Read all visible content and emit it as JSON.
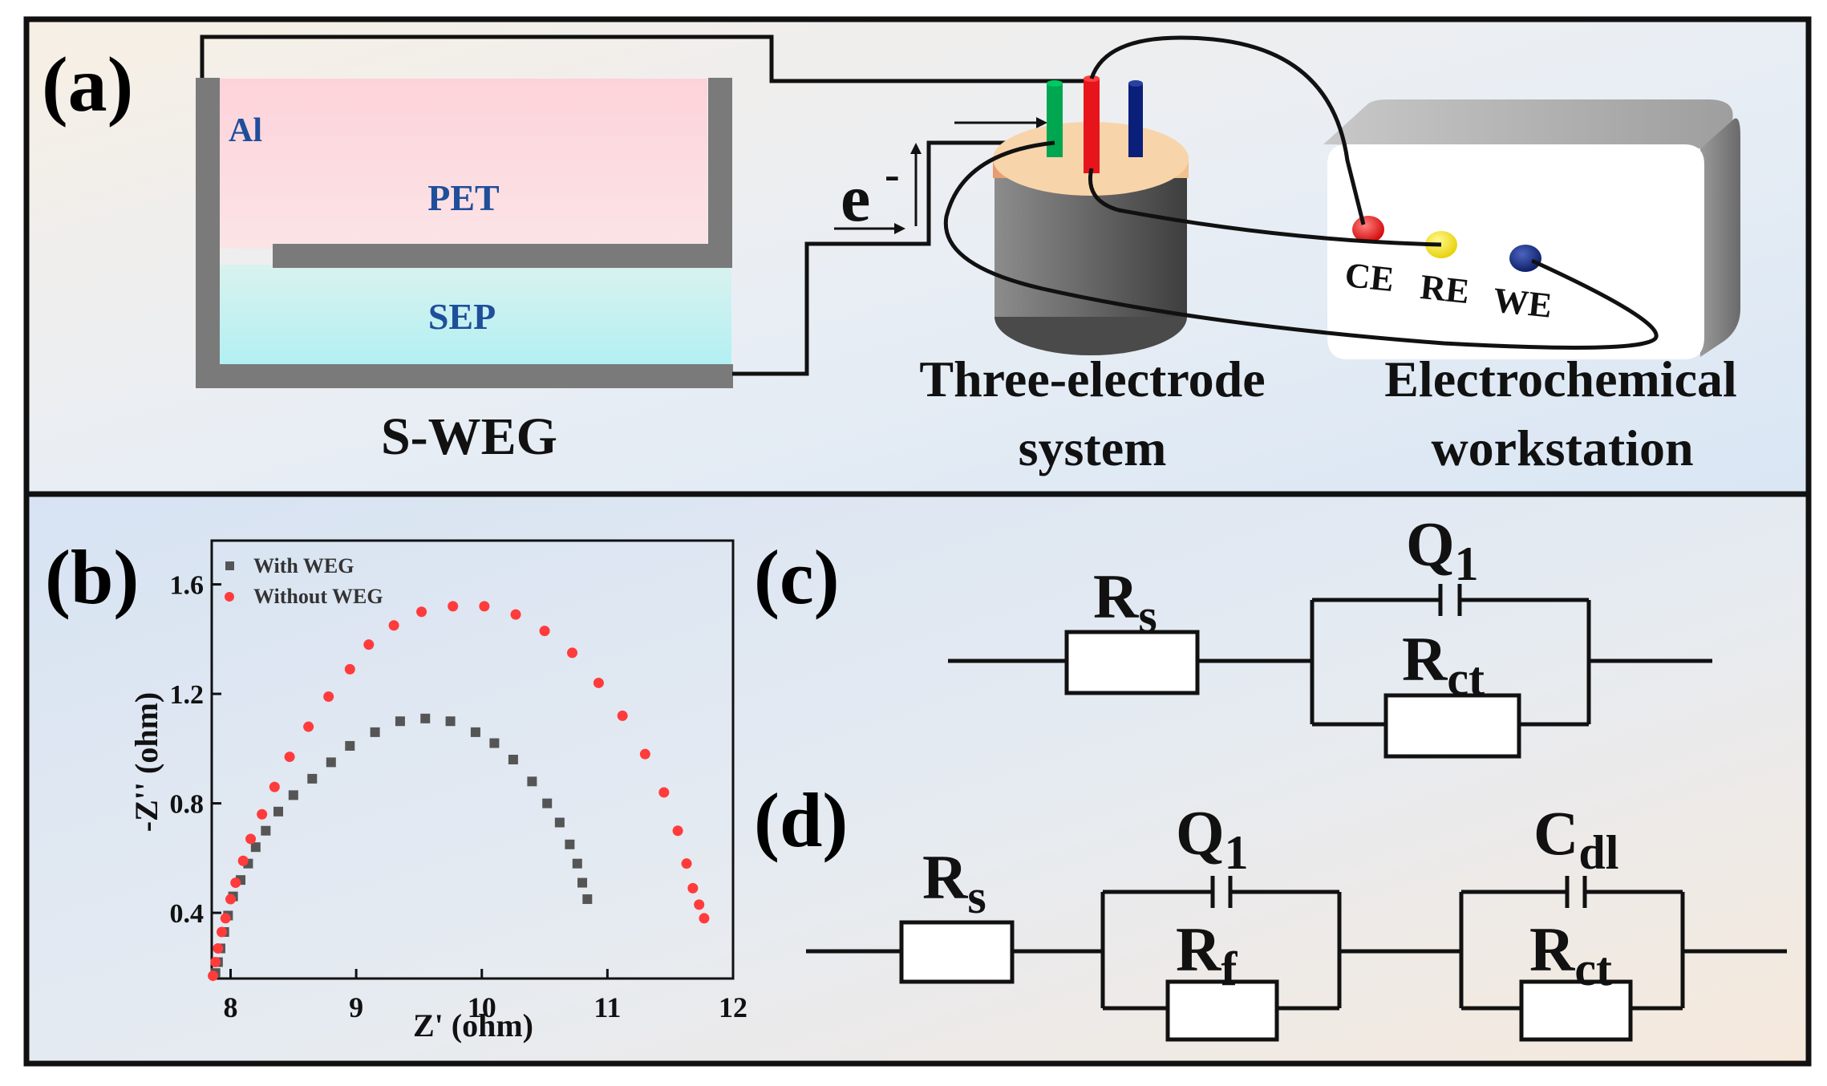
{
  "panels": {
    "a": "(a)",
    "b": "(b)",
    "c": "(c)",
    "d": "(d)"
  },
  "panel_a": {
    "al_label": "Al",
    "pet_label": "PET",
    "sep_label": "SEP",
    "device_label": "S-WEG",
    "electron_symbol": "e",
    "electron_charge": "-",
    "three_electrode_line1": "Three-electrode",
    "three_electrode_line2": "system",
    "workstation_line1": "Electrochemical",
    "workstation_line2": "workstation",
    "terminals": [
      "CE",
      "RE",
      "WE"
    ],
    "colors": {
      "pet": "#fdd7dd",
      "sep": "#b9f2f2",
      "al": "#7f7f7f",
      "label_blue": "#1f4e9b",
      "ce": "#ff0000",
      "re": "#ffee00",
      "we": "#0a1f7a",
      "rod_green": "#00a650",
      "rod_red": "#e8141c",
      "rod_blue": "#0a1f7a",
      "cap": "#f6c79b"
    }
  },
  "chart_data": {
    "type": "scatter",
    "xlabel": "Z' (ohm)",
    "ylabel": "-Z'' (ohm)",
    "xlim": [
      7.85,
      12
    ],
    "ylim": [
      0.16,
      1.76
    ],
    "xticks": [
      8,
      9,
      10,
      11,
      12
    ],
    "yticks": [
      0.4,
      0.8,
      1.2,
      1.6
    ],
    "legend_position": "top-left",
    "series": [
      {
        "name": "With WEG",
        "marker": "square",
        "color": "#555555",
        "points": [
          [
            7.88,
            0.18
          ],
          [
            7.9,
            0.22
          ],
          [
            7.92,
            0.27
          ],
          [
            7.95,
            0.33
          ],
          [
            7.98,
            0.39
          ],
          [
            8.02,
            0.46
          ],
          [
            8.08,
            0.52
          ],
          [
            8.14,
            0.58
          ],
          [
            8.2,
            0.64
          ],
          [
            8.28,
            0.7
          ],
          [
            8.38,
            0.77
          ],
          [
            8.5,
            0.83
          ],
          [
            8.65,
            0.89
          ],
          [
            8.8,
            0.95
          ],
          [
            8.95,
            1.01
          ],
          [
            9.15,
            1.06
          ],
          [
            9.35,
            1.1
          ],
          [
            9.55,
            1.11
          ],
          [
            9.75,
            1.1
          ],
          [
            9.95,
            1.06
          ],
          [
            10.1,
            1.02
          ],
          [
            10.25,
            0.96
          ],
          [
            10.4,
            0.88
          ],
          [
            10.52,
            0.8
          ],
          [
            10.62,
            0.73
          ],
          [
            10.7,
            0.65
          ],
          [
            10.76,
            0.58
          ],
          [
            10.8,
            0.51
          ],
          [
            10.84,
            0.45
          ]
        ]
      },
      {
        "name": "Without WEG",
        "marker": "circle",
        "color": "#ff3b3b",
        "points": [
          [
            7.86,
            0.17
          ],
          [
            7.88,
            0.22
          ],
          [
            7.9,
            0.27
          ],
          [
            7.93,
            0.33
          ],
          [
            7.96,
            0.38
          ],
          [
            8.0,
            0.45
          ],
          [
            8.04,
            0.51
          ],
          [
            8.1,
            0.59
          ],
          [
            8.16,
            0.67
          ],
          [
            8.25,
            0.76
          ],
          [
            8.35,
            0.86
          ],
          [
            8.47,
            0.97
          ],
          [
            8.62,
            1.08
          ],
          [
            8.78,
            1.19
          ],
          [
            8.95,
            1.29
          ],
          [
            9.1,
            1.38
          ],
          [
            9.3,
            1.45
          ],
          [
            9.52,
            1.5
          ],
          [
            9.77,
            1.52
          ],
          [
            10.02,
            1.52
          ],
          [
            10.27,
            1.49
          ],
          [
            10.5,
            1.43
          ],
          [
            10.72,
            1.35
          ],
          [
            10.93,
            1.24
          ],
          [
            11.12,
            1.12
          ],
          [
            11.3,
            0.98
          ],
          [
            11.45,
            0.84
          ],
          [
            11.56,
            0.7
          ],
          [
            11.63,
            0.58
          ],
          [
            11.68,
            0.49
          ],
          [
            11.73,
            0.43
          ],
          [
            11.77,
            0.38
          ]
        ]
      }
    ]
  },
  "circuit_c": {
    "rs": "R",
    "rs_sub": "s",
    "q": "Q",
    "q_sub": "1",
    "rct": "R",
    "rct_sub": "ct"
  },
  "circuit_d": {
    "rs": "R",
    "rs_sub": "s",
    "q": "Q",
    "q_sub": "1",
    "rf": "R",
    "rf_sub": "f",
    "cdl": "C",
    "cdl_sub": "dl",
    "rct": "R",
    "rct_sub": "ct"
  }
}
